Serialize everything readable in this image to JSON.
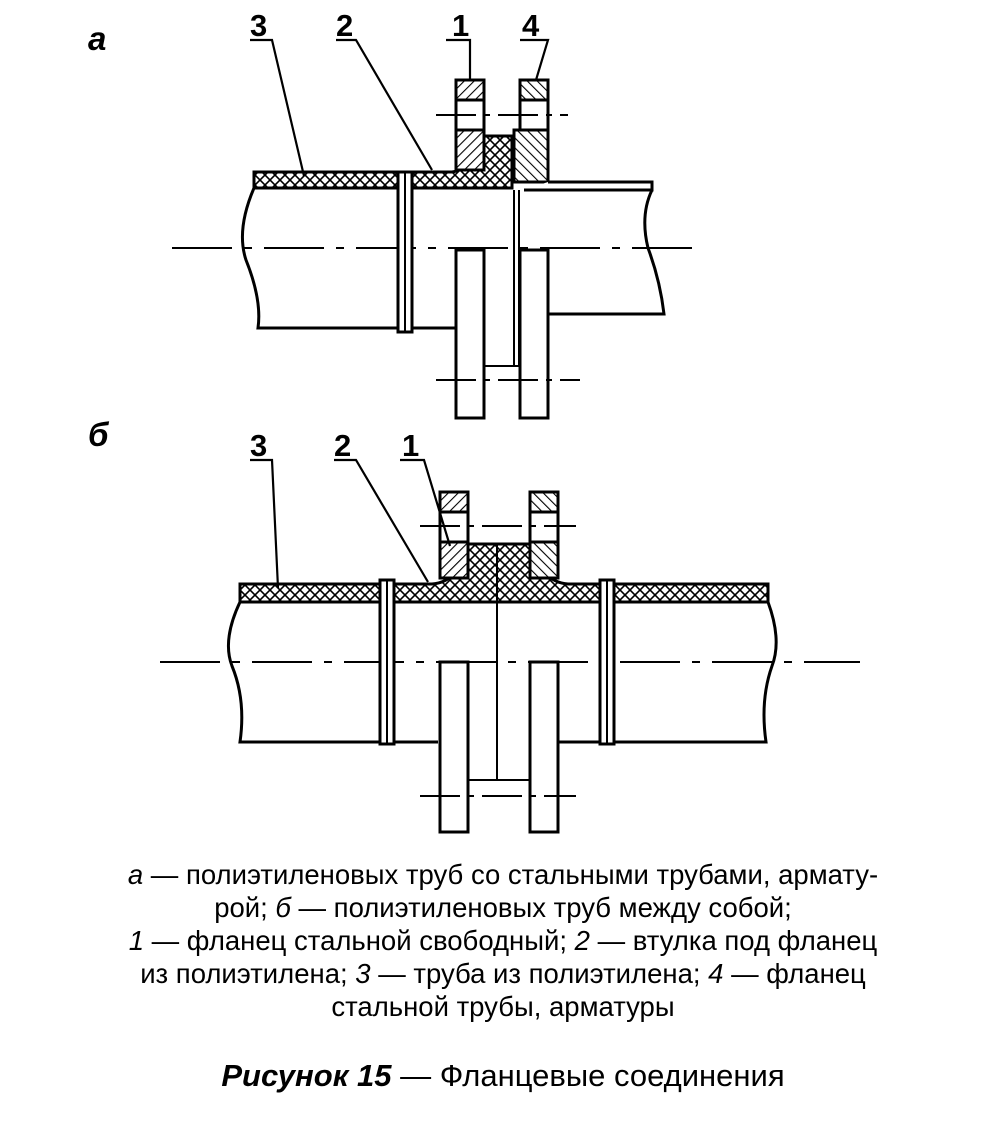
{
  "diagram_a": {
    "sublabel": "а",
    "callouts": [
      "3",
      "2",
      "1",
      "4"
    ]
  },
  "diagram_b": {
    "sublabel": "б",
    "callouts": [
      "3",
      "2",
      "1"
    ]
  },
  "caption": {
    "line1_a": "а",
    "line1_text": " — полиэтиленовых труб со стальными трубами, армату-",
    "line2_text": "рой; ",
    "line2_b": "б",
    "line2_rest": " — полиэтиленовых труб между собой;",
    "line3_n1": "1",
    "line3_t1": " — фланец стальной свободный; ",
    "line3_n2": "2",
    "line3_t2": " — втулка под фланец",
    "line4_t1": "из полиэтилена; ",
    "line4_n3": "3",
    "line4_t2": " — труба из полиэтилена; ",
    "line4_n4": "4",
    "line4_t3": " — фланец",
    "line5_text": "стальной трубы, арматуры"
  },
  "figure_title": {
    "bold": "Рисунок 15",
    "rest": " — Фланцевые соединения"
  }
}
